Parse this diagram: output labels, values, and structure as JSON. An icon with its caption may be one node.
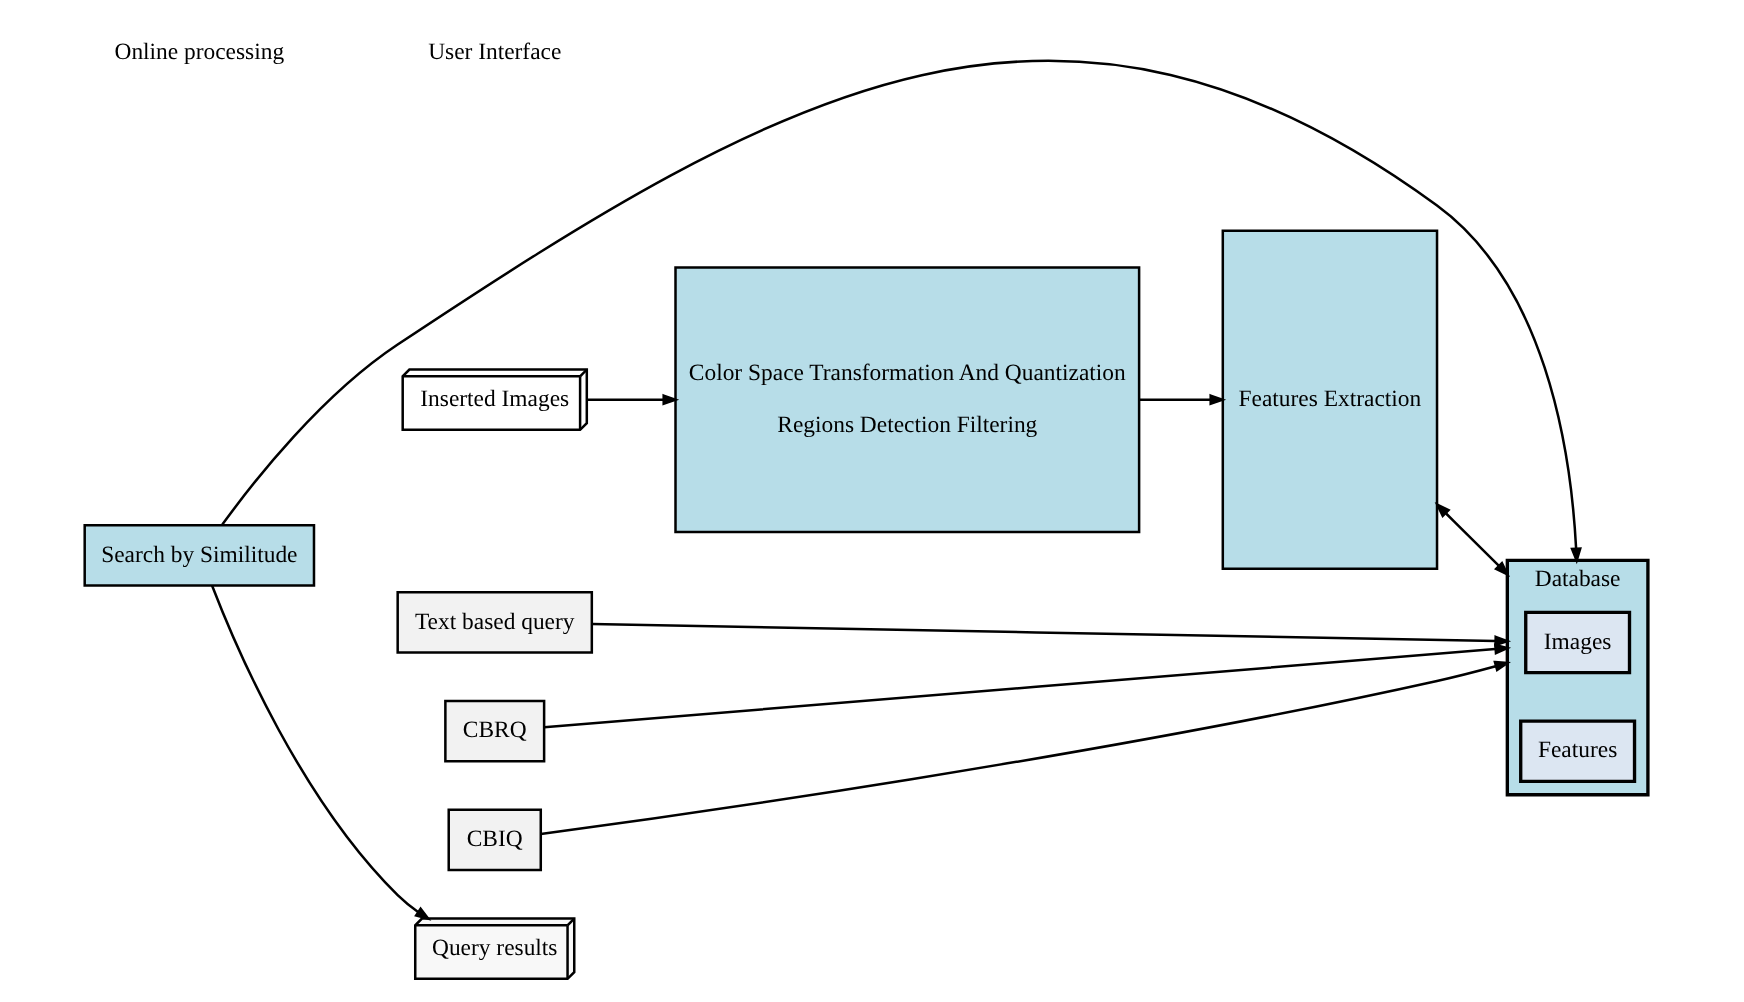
{
  "diagram": {
    "nodes": [
      {
        "text": [
          "Inserted Images"
        ]
      },
      {
        "text": [
          "Text based query"
        ]
      },
      {
        "text": [
          "CBRQ"
        ]
      },
      {
        "text": [
          "CBIQ"
        ]
      },
      {
        "text": [
          "Query results"
        ]
      },
      {
        "text": [
          "Color Space Transformation And Quantization",
          "Regions Detection Filtering"
        ]
      },
      {
        "text": [
          "Features Extraction"
        ]
      },
      {
        "text": [
          "Database"
        ]
      },
      {
        "text": [
          "Images"
        ],
        "in": 7
      },
      {
        "text": [
          "Features"
        ],
        "in": 7
      },
      {
        "text": [
          "Search by Similitude"
        ]
      }
    ],
    "edges": [
      {
        "from": 0,
        "to": 5,
        "arrow": "to"
      },
      {
        "from": 1,
        "to": 7,
        "arrow": "to"
      },
      {
        "from": 5,
        "to": 6,
        "arrow": "to"
      },
      {
        "from": 6,
        "to": 7,
        "arrow": "both"
      },
      {
        "from": 2,
        "to": 7,
        "arrow": "to"
      },
      {
        "from": 3,
        "to": 7,
        "arrow": "to"
      },
      {
        "from": 10,
        "to": 7,
        "arrow": "to"
      },
      {
        "from": 10,
        "to": 4,
        "arrow": "to"
      }
    ],
    "labels": [
      "User Interface",
      "Online processing"
    ]
  }
}
